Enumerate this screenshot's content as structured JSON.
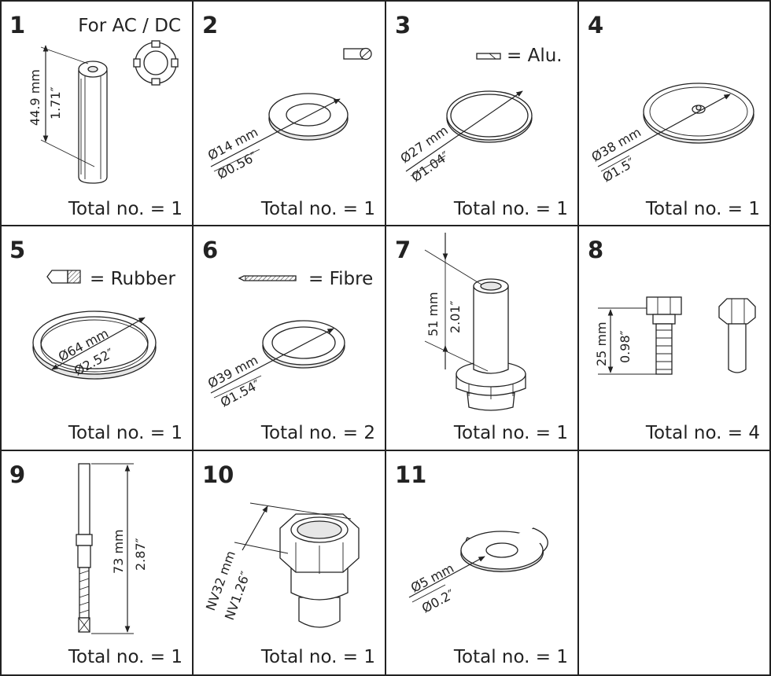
{
  "cells": [
    {
      "number": "1",
      "note": "For AC / DC",
      "dims": [
        "44.9 mm",
        "1.71″"
      ],
      "total": "Total no. = 1"
    },
    {
      "number": "2",
      "note": "",
      "dims": [
        "Ø14 mm",
        "Ø0.56″"
      ],
      "total": "Total no. = 1"
    },
    {
      "number": "3",
      "note": "= Alu.",
      "dims": [
        "Ø27 mm",
        "Ø1.04″"
      ],
      "total": "Total no. = 1"
    },
    {
      "number": "4",
      "note": "",
      "dims": [
        "Ø38 mm",
        "Ø1.5″"
      ],
      "total": "Total no. = 1"
    },
    {
      "number": "5",
      "note": "= Rubber",
      "dims": [
        "Ø64 mm",
        "Ø2.52″"
      ],
      "total": "Total no. = 1"
    },
    {
      "number": "6",
      "note": "= Fibre",
      "dims": [
        "Ø39 mm",
        "Ø1.54″"
      ],
      "total": "Total no. = 2"
    },
    {
      "number": "7",
      "note": "",
      "dims": [
        "51 mm",
        "2.01″"
      ],
      "total": "Total no. = 1"
    },
    {
      "number": "8",
      "note": "",
      "dims": [
        "25 mm",
        "0.98″"
      ],
      "total": "Total no. = 4"
    },
    {
      "number": "9",
      "note": "",
      "dims": [
        "73 mm",
        "2.87″"
      ],
      "total": "Total no. = 1"
    },
    {
      "number": "10",
      "note": "",
      "dims": [
        "NV32 mm",
        "NV1.26″"
      ],
      "total": "Total no. = 1"
    },
    {
      "number": "11",
      "note": "",
      "dims": [
        "Ø5 mm",
        "Ø0.2″"
      ],
      "total": "Total no. = 1"
    }
  ]
}
